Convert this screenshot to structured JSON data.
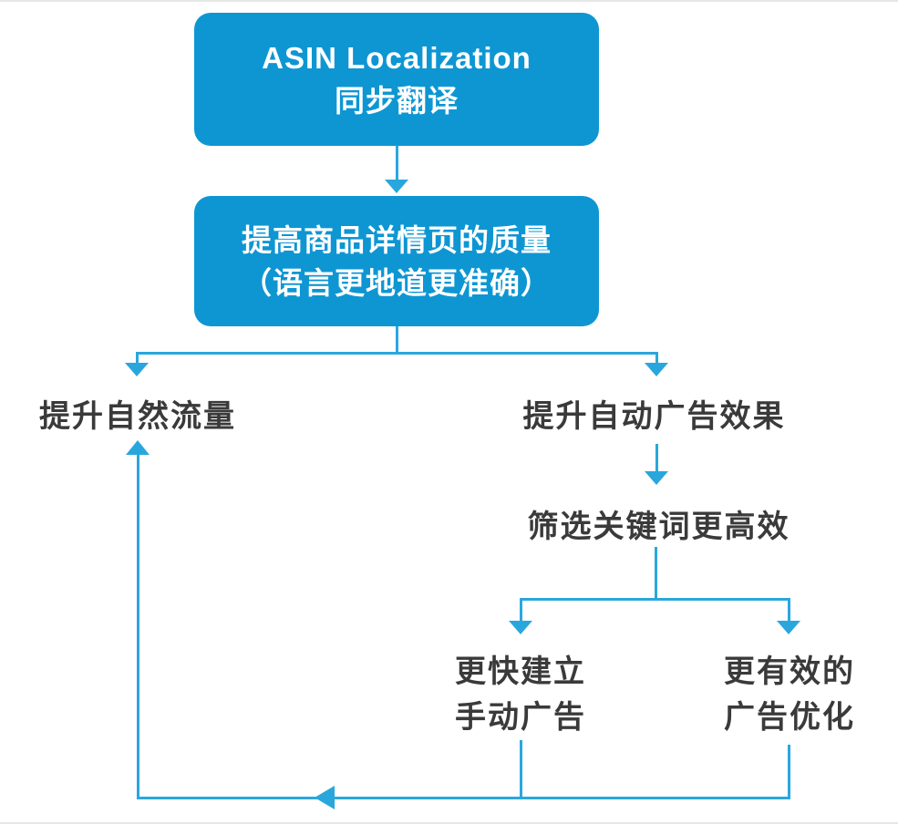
{
  "colors": {
    "box_blue": "#0e96d3",
    "line_blue": "#29a7dd",
    "text_dark": "#3a3a3a",
    "text_white": "#ffffff",
    "edge_gray": "#e7e7e7",
    "bg": "#ffffff"
  },
  "flowchart": {
    "root_box": {
      "line1": "ASIN Localization",
      "line2": "同步翻译"
    },
    "quality_box": {
      "line1": "提高商品详情页的质量",
      "line2": "（语言更地道更准确）"
    },
    "labels": {
      "organic": "提升自然流量",
      "auto_ads": "提升自动广告效果",
      "keywords": "筛选关键词更高效",
      "manual_line1": "更快建立",
      "manual_line2": "手动广告",
      "optimize_line1": "更有效的",
      "optimize_line2": "广告优化"
    }
  }
}
